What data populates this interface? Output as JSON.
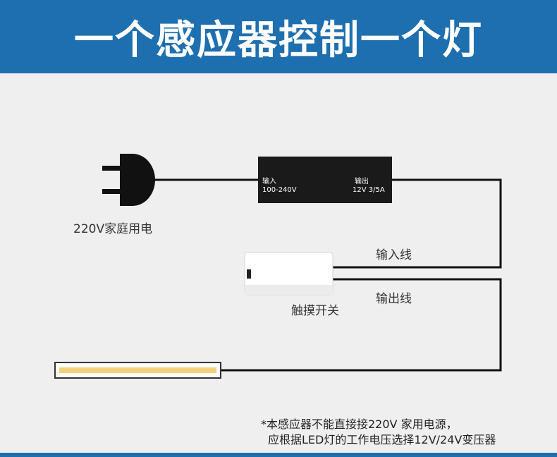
{
  "header": {
    "title": "一个感应器控制一个灯"
  },
  "plug": {
    "label": "220V家庭用电"
  },
  "adapter": {
    "input_label": "输入",
    "input_value": "100-240V",
    "output_label": "输出",
    "output_value": "12V 3/5A"
  },
  "switch": {
    "label": "触摸开关"
  },
  "wires": {
    "input_label": "输入线",
    "output_label": "输出线"
  },
  "note": {
    "line1": "*本感应器不能直接接220V 家用电源，",
    "line2": "应根据LED灯的工作电压选择12V/24V变压器"
  },
  "colors": {
    "header_bg": "#1e6fb0",
    "background": "#efefef",
    "wire": "#111111",
    "adapter_box": "#1a1a1a",
    "led_glow": "#f2d17a"
  }
}
